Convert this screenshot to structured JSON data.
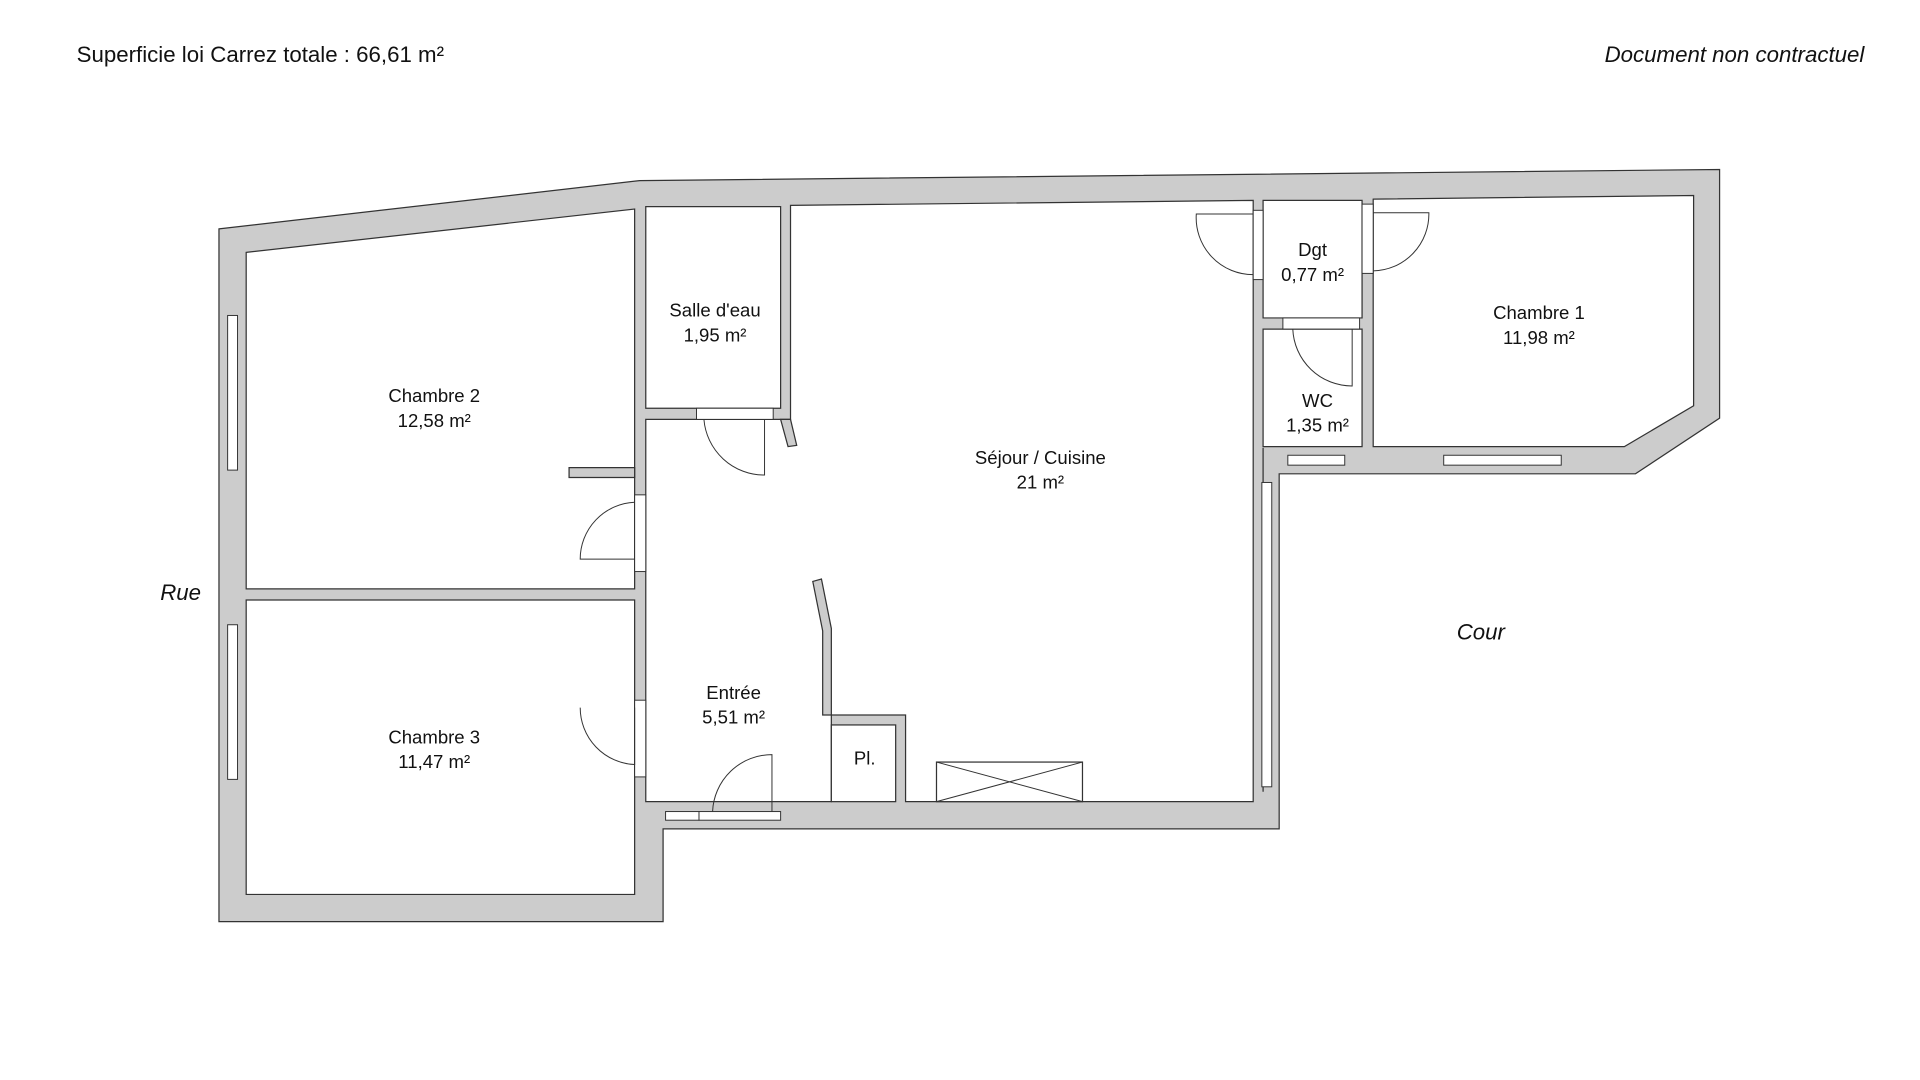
{
  "header": {
    "total_area": "Superficie loi Carrez totale :  66,61 m²",
    "disclaimer": "Document non contractuel"
  },
  "orientation": {
    "street": "Rue",
    "courtyard": "Cour"
  },
  "rooms": [
    {
      "name": "Chambre 2",
      "area": "12,58 m²"
    },
    {
      "name": "Chambre 3",
      "area": "11,47 m²"
    },
    {
      "name": "Salle d'eau",
      "area": "1,95 m²"
    },
    {
      "name": "Séjour / Cuisine",
      "area": "21 m²"
    },
    {
      "name": "Entrée",
      "area": "5,51 m²"
    },
    {
      "name": "Dgt",
      "area": "0,77 m²"
    },
    {
      "name": "WC",
      "area": "1,35 m²"
    },
    {
      "name": "Chambre 1",
      "area": "11,98 m²"
    },
    {
      "name": "Pl.",
      "area": ""
    }
  ],
  "colors": {
    "wall": "#cccccc",
    "line": "#333333"
  }
}
